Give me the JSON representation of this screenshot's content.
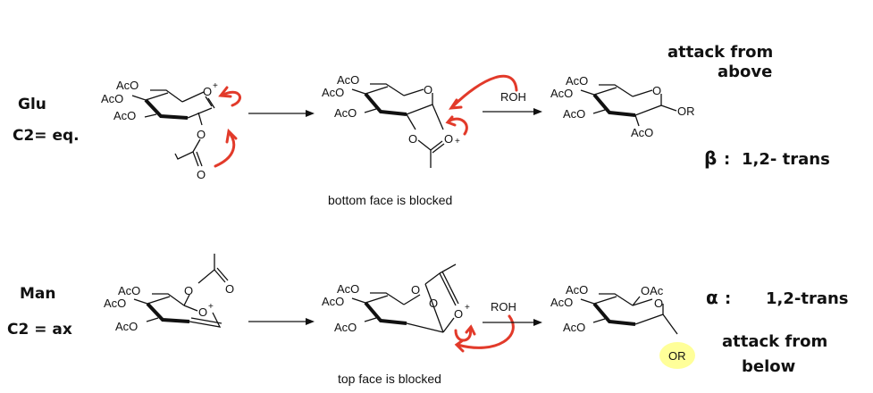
{
  "rows": {
    "glu": {
      "label": "Glu",
      "condition": "C2= eq.",
      "caption": "bottom face is blocked",
      "attack_line1": "attack from",
      "attack_line2": "above",
      "result_symbol": "β",
      "result_colon": ":",
      "result_text": "1,2- trans"
    },
    "man": {
      "label": "Man",
      "condition": "C2 = ax",
      "caption": "top face is blocked",
      "attack_line1": "attack from",
      "attack_line2": "below",
      "result_symbol": "α",
      "result_colon": ":",
      "result_text": "1,2-trans"
    }
  },
  "labels": {
    "aco": "AcO",
    "oac": "OAc",
    "o": "O",
    "o_plus": "O",
    "plus": "+",
    "rohh": "ROH",
    "or": "OR"
  },
  "colors": {
    "arrow_red": "#e23a2a",
    "highlight": "#ffff99"
  }
}
